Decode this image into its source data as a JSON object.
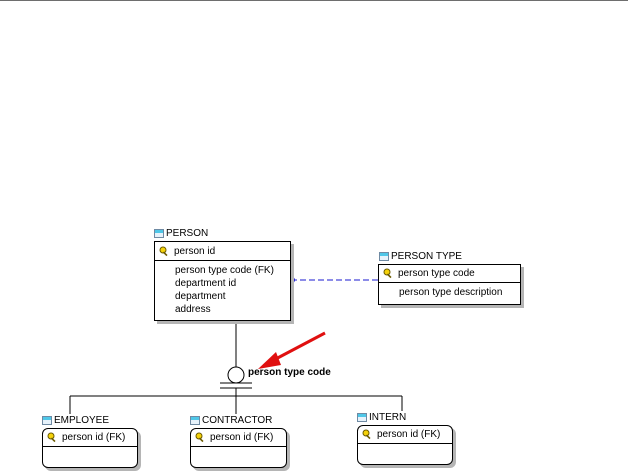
{
  "entities": {
    "person": {
      "name": "PERSON",
      "primary_key": "person id",
      "attributes": [
        "person type code (FK)",
        "department id",
        "department",
        "address"
      ]
    },
    "person_type": {
      "name": "PERSON TYPE",
      "primary_key": "person type code",
      "attributes": [
        "person type description"
      ]
    },
    "employee": {
      "name": "EMPLOYEE",
      "primary_key": "person id (FK)"
    },
    "contractor": {
      "name": "CONTRACTOR",
      "primary_key": "person id (FK)"
    },
    "intern": {
      "name": "INTERN",
      "primary_key": "person id (FK)"
    }
  },
  "subtype": {
    "discriminator": "person type code"
  },
  "colors": {
    "relationship_line": "#1a1ad0",
    "arrow": "#e01010",
    "key_icon": "#f5d20a"
  },
  "icons": {
    "table": "table-icon",
    "key": "key-icon"
  }
}
